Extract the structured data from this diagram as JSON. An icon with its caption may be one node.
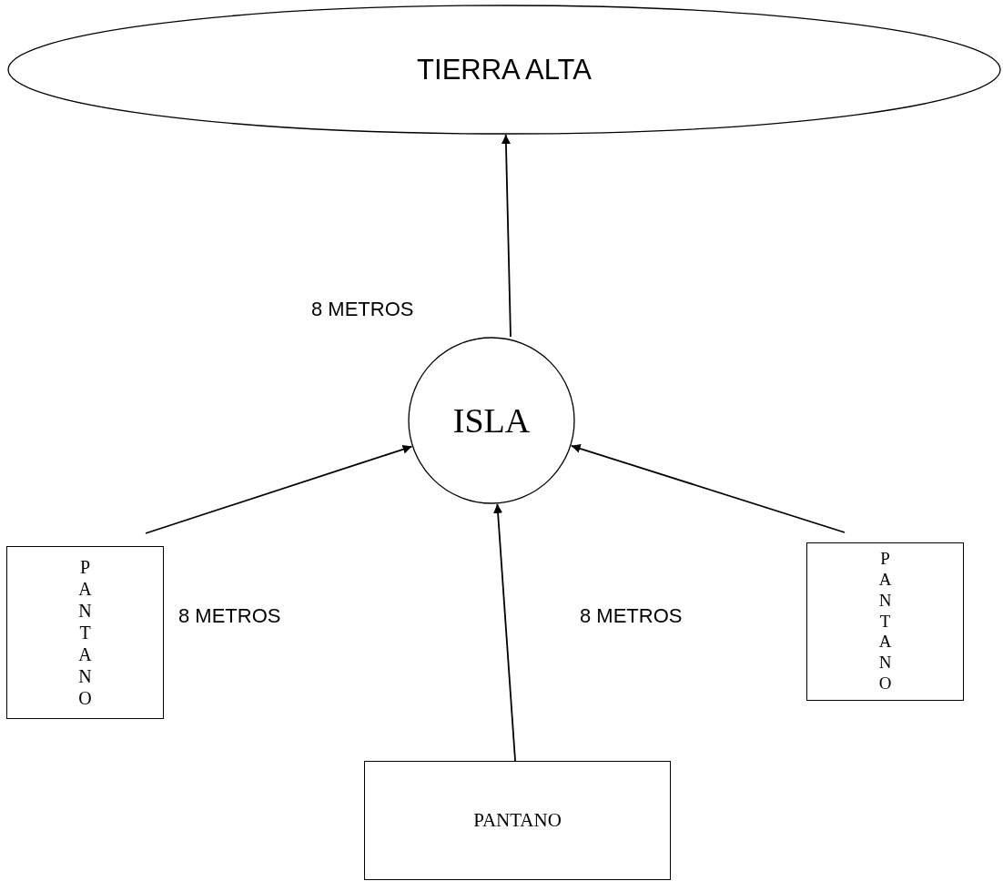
{
  "diagram": {
    "nodes": [
      {
        "text": [
          "TIERRA ALTA"
        ]
      },
      {
        "text": [
          "ISLA"
        ]
      },
      {
        "text": [
          "PANTANO"
        ]
      },
      {
        "text": [
          "PANTANO"
        ]
      },
      {
        "text": [
          "PANTANO"
        ]
      }
    ],
    "edges": [
      {
        "from": 1,
        "to": 0,
        "arrow": "to"
      },
      {
        "from": 2,
        "to": 1,
        "arrow": "to"
      },
      {
        "from": 4,
        "to": 1,
        "arrow": "to"
      },
      {
        "from": 3,
        "to": 1,
        "arrow": "to"
      }
    ],
    "labels": [
      "8 METROS",
      "8 METROS",
      "8 METROS"
    ]
  }
}
